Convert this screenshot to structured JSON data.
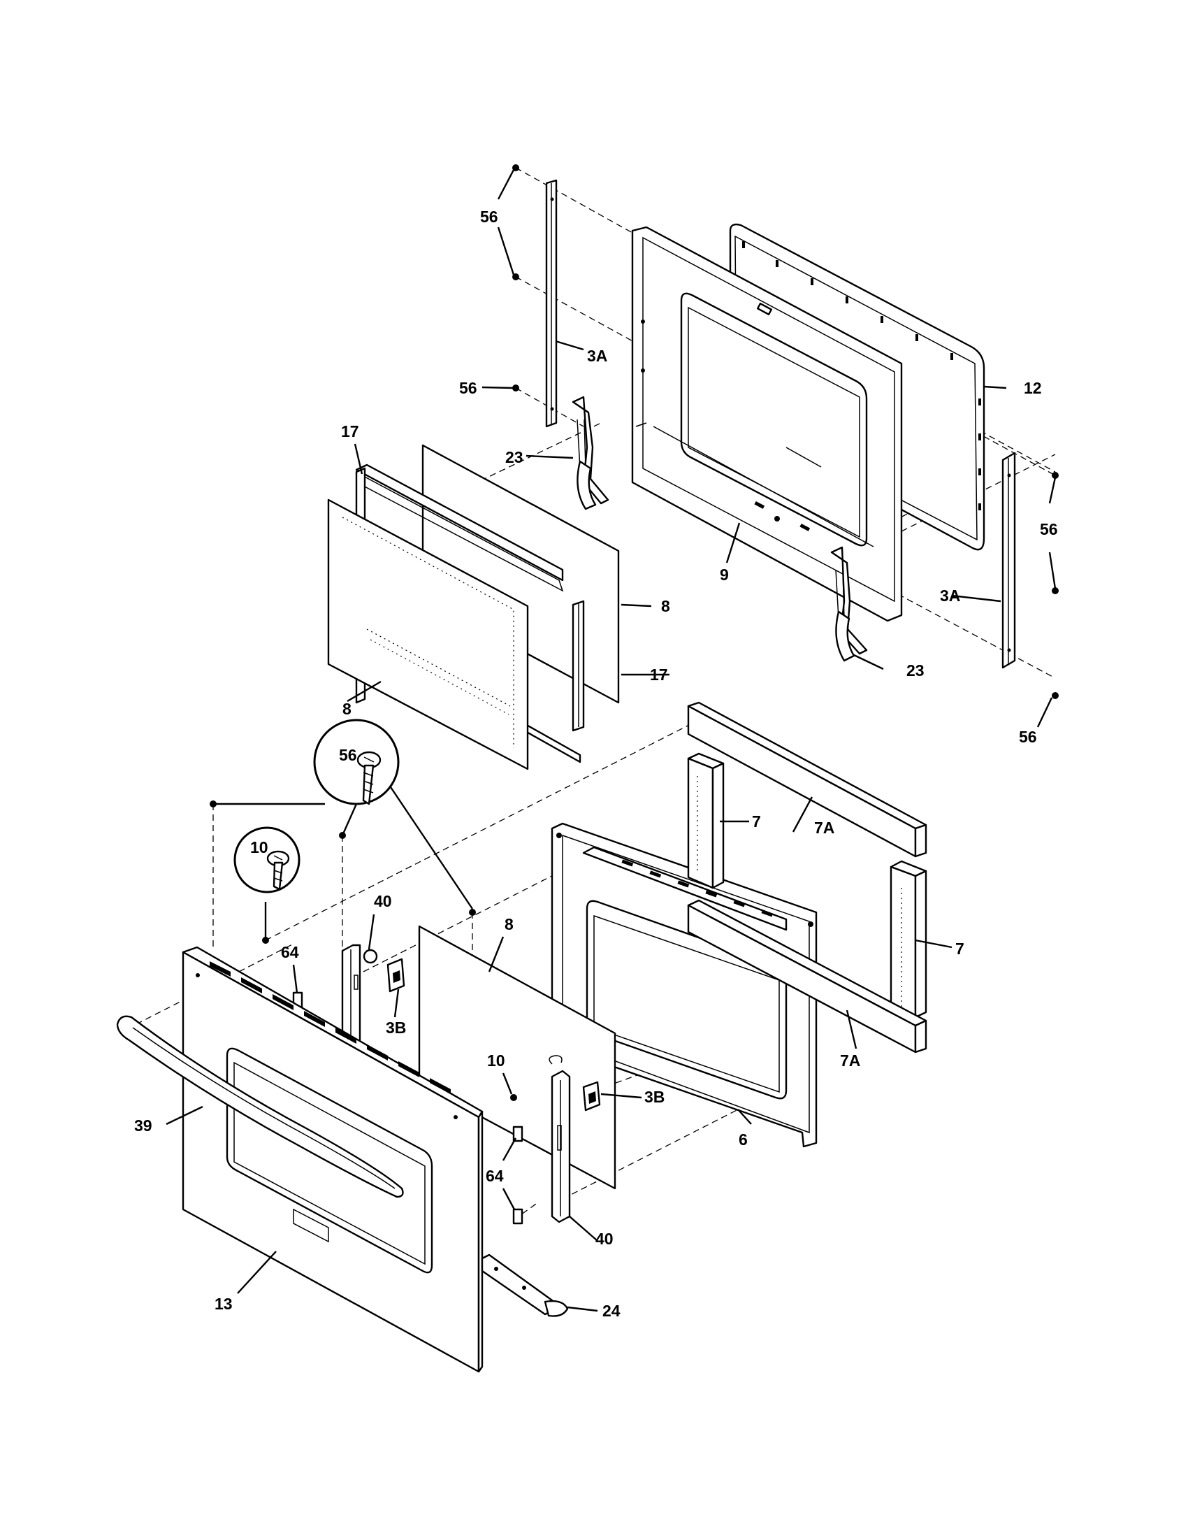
{
  "diagram": {
    "callouts": {
      "c56_top": "56",
      "c3A_left": "3A",
      "c56_mid": "56",
      "c12": "12",
      "c23_left": "23",
      "c17_top": "17",
      "c56_right": "56",
      "c3A_right": "3A",
      "c8_right": "8",
      "c9": "9",
      "c17_mid": "17",
      "c23_right": "23",
      "c8_left": "8",
      "c56_right_bottom": "56",
      "c7A_top": "7A",
      "c56_circle": "56",
      "c7_top": "7",
      "c10_circle": "10",
      "c40_top": "40",
      "c8_inner": "8",
      "c7_right": "7",
      "c64_top": "64",
      "c3B_left": "3B",
      "c10_lower": "10",
      "c3B_right": "3B",
      "c7A_bottom": "7A",
      "c39": "39",
      "c6": "6",
      "c64_bottom": "64",
      "c40_bottom": "40",
      "c13": "13",
      "c24": "24"
    }
  }
}
